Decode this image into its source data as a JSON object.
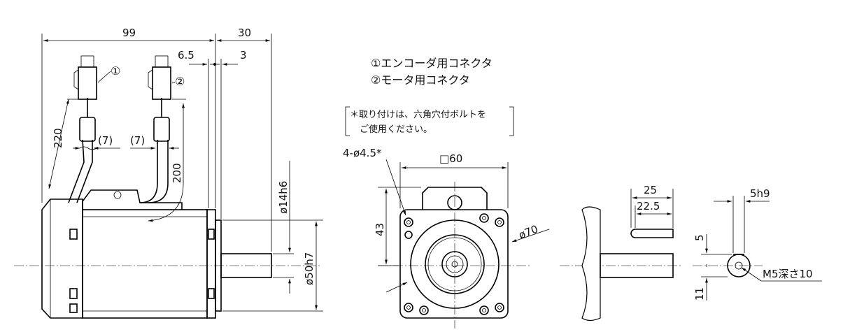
{
  "side_view": {
    "dim_overall_length": "99",
    "dim_shaft_length": "30",
    "dim_flange_offset": "6.5",
    "dim_flange_thickness": "3",
    "dim_cable_left": "220",
    "dim_cable_right": "200",
    "dim_bend_left": "(7)",
    "dim_bend_right": "(7)",
    "dim_shaft_dia": "ø14h6",
    "dim_spigot_dia": "ø50h7",
    "connector_1_mark": "①",
    "connector_2_mark": "②"
  },
  "legend": {
    "line1": "①エンコーダ用コネクタ",
    "line2": "②モータ用コネクタ"
  },
  "note": {
    "line1": "＊取り付けは、六角穴付ボルトを",
    "line2": "ご使用ください。"
  },
  "front_view": {
    "dim_holes": "4-ø4.5*",
    "dim_square": "□60",
    "dim_height": "43",
    "dim_pcd": "ø70"
  },
  "shaft_detail": {
    "dim_key_length": "25",
    "dim_key_length_inner": "22.5",
    "dim_key_offset_top": "5",
    "dim_key_offset_bottom": "11",
    "dim_key_width": "5h9",
    "dim_tap": "M5深さ10"
  },
  "colors": {
    "line": "#000000",
    "background": "#ffffff"
  }
}
